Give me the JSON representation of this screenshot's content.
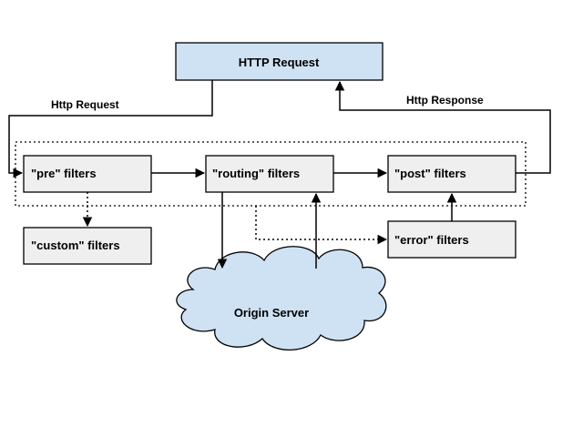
{
  "nodes": {
    "http_request": "HTTP Request",
    "pre_filters": "\"pre\" filters",
    "routing_filters": "\"routing\" filters",
    "post_filters": "\"post\" filters",
    "custom_filters": "\"custom\" filters",
    "error_filters": "\"error\" filters",
    "origin_server": "Origin Server"
  },
  "edge_labels": {
    "http_request": "Http Request",
    "http_response": "Http Response"
  },
  "colors": {
    "request_box_fill": "#cfe2f3",
    "filter_box_fill": "#efefef",
    "cloud_fill": "#cfe2f3",
    "stroke": "#000000"
  }
}
